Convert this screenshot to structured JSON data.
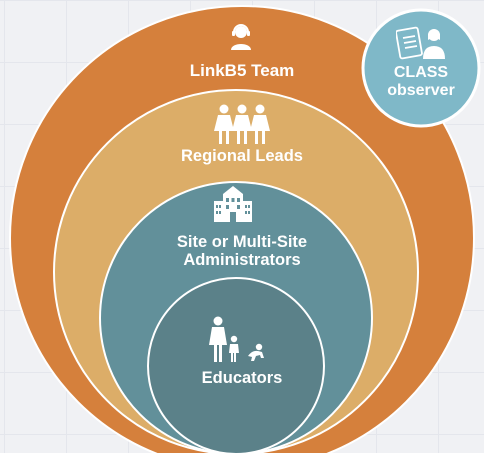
{
  "layers": [
    {
      "key": "team",
      "label": "LinkB5 Team",
      "icon": "headset-person-icon",
      "color": "#d5803c"
    },
    {
      "key": "regional",
      "label": "Regional Leads",
      "icon": "group-of-women-icon",
      "color": "#dcad68"
    },
    {
      "key": "site",
      "label_line1": "Site or Multi-Site",
      "label_line2": "Administrators",
      "icon": "school-building-icon",
      "color": "#62909a"
    },
    {
      "key": "educators",
      "label": "Educators",
      "icon": "adult-child-baby-icon",
      "color": "#5b8189"
    }
  ],
  "observer": {
    "label_line1": "CLASS",
    "label_line2": "observer",
    "icon": "clipboard-observer-icon",
    "color": "#7fb8c8"
  }
}
